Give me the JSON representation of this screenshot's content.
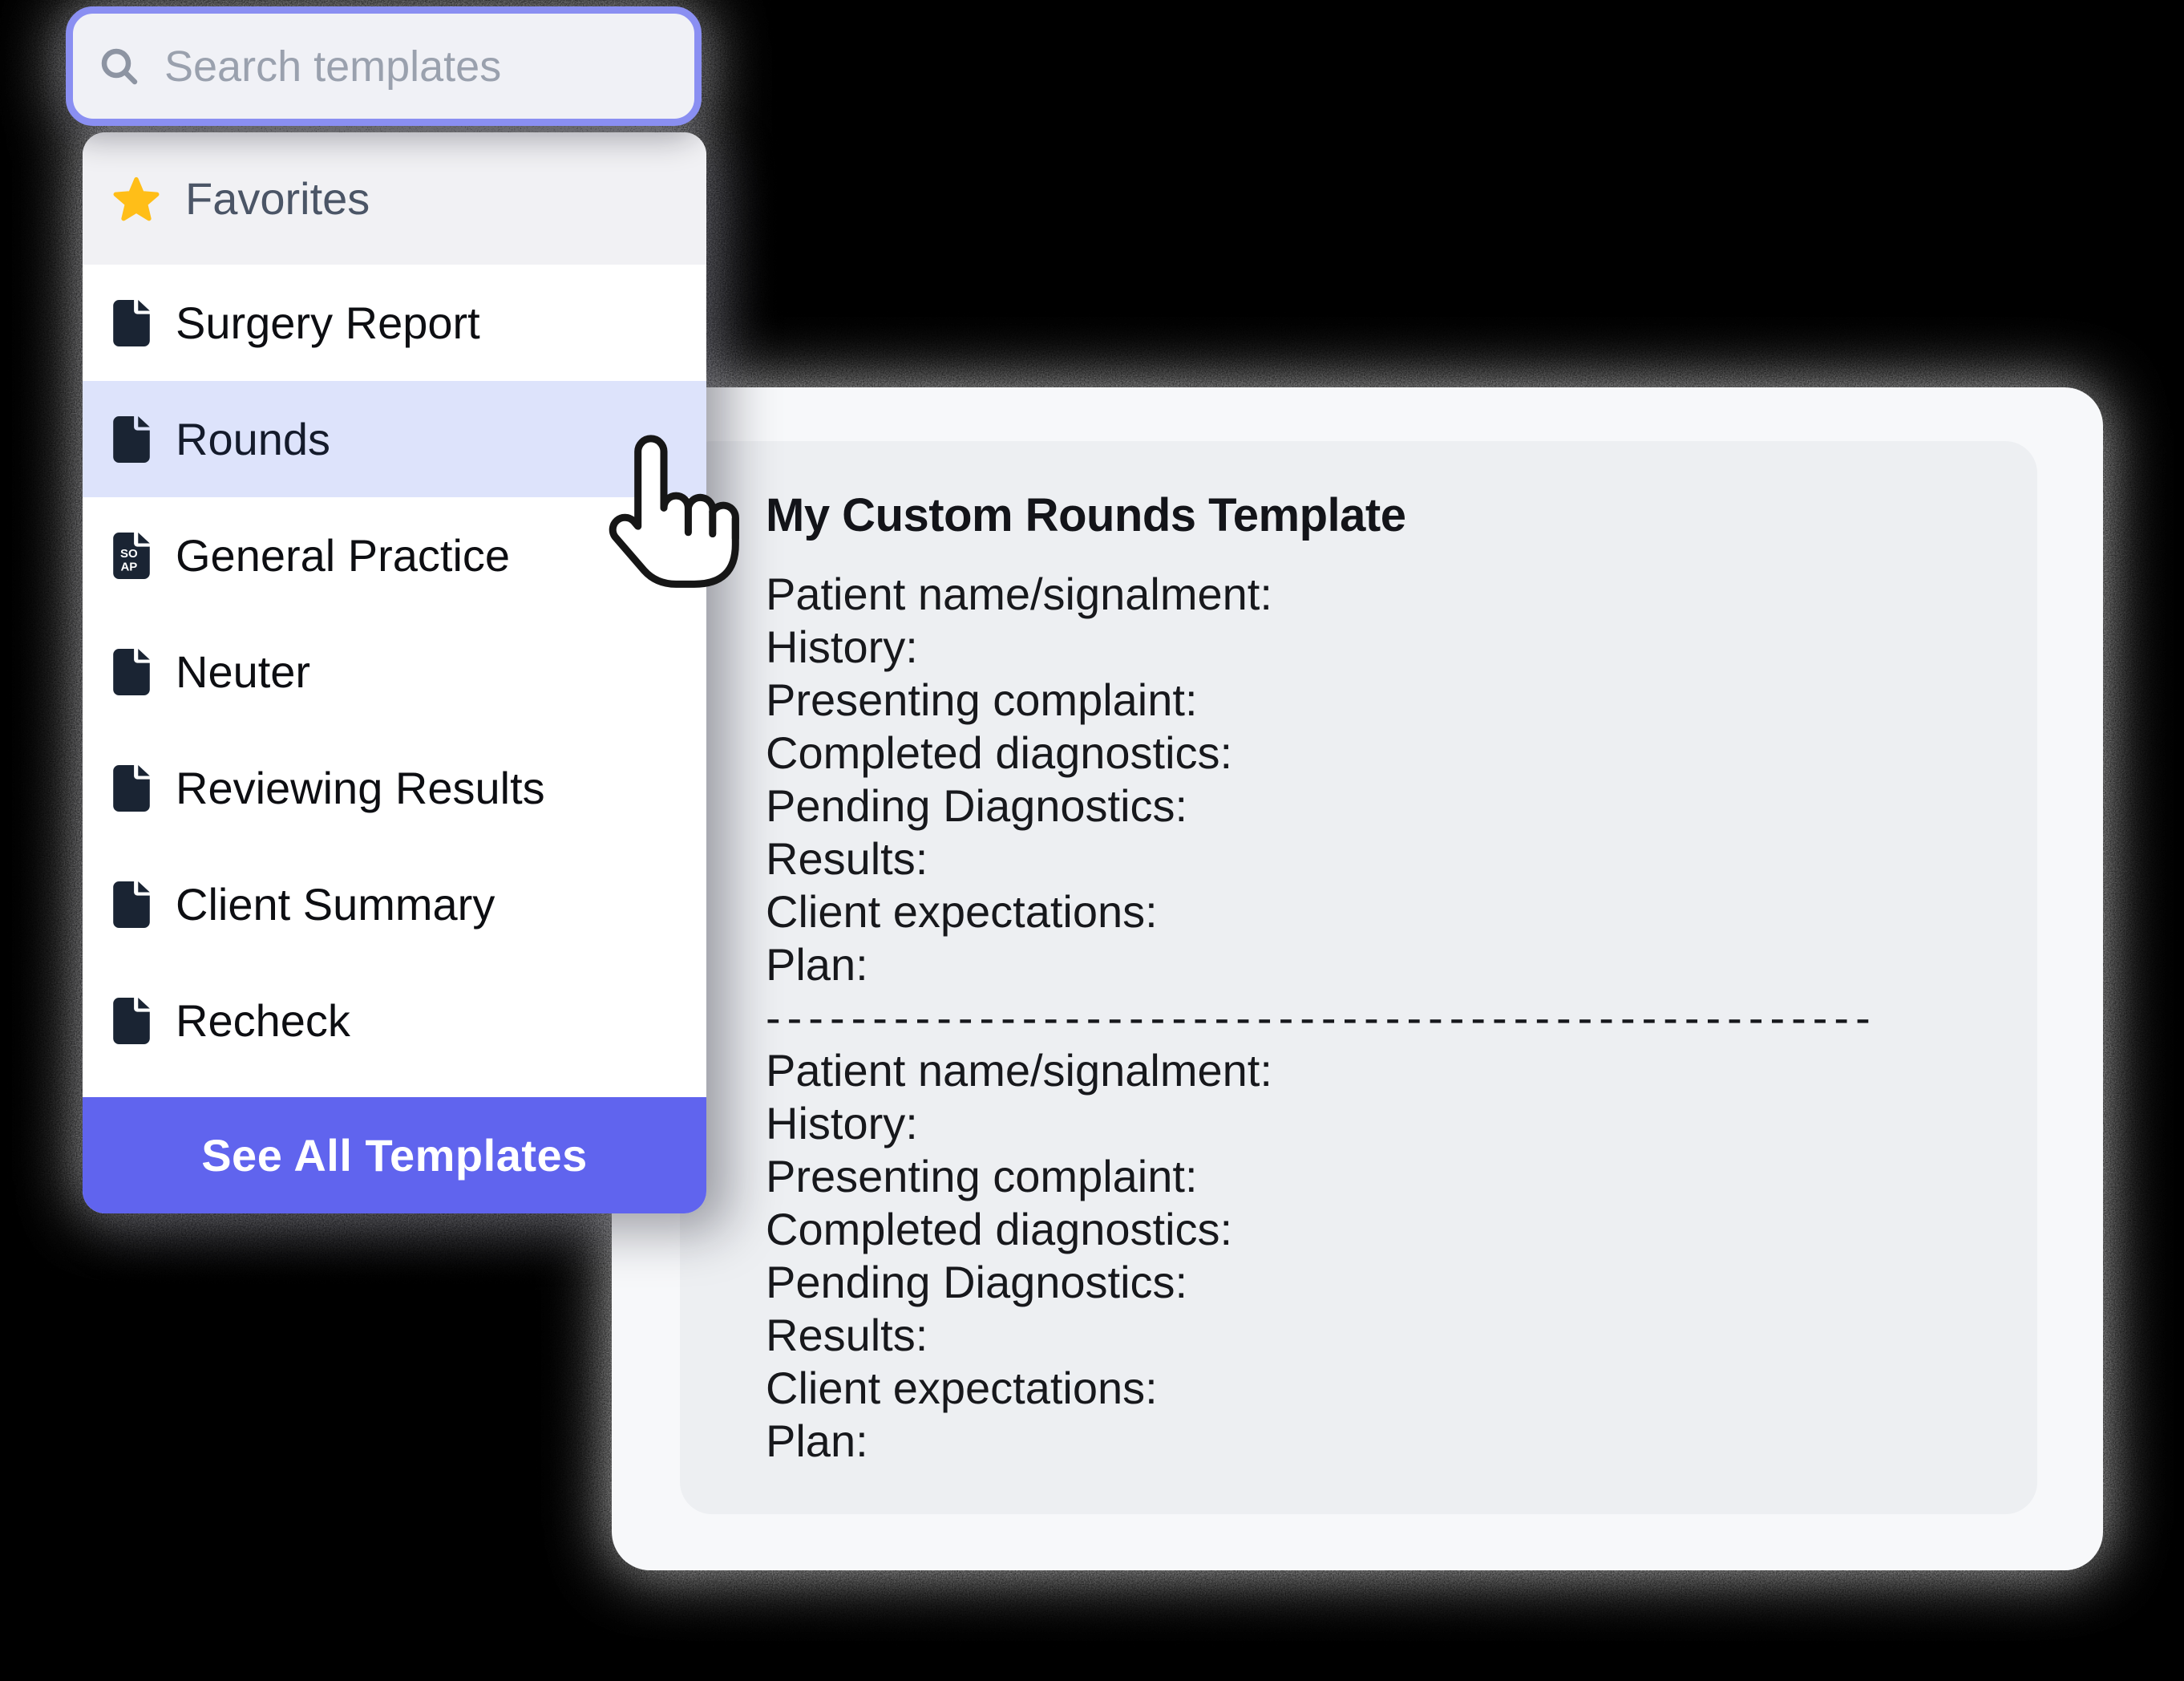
{
  "search": {
    "placeholder": "Search templates"
  },
  "dropdown": {
    "favorites_label": "Favorites",
    "items": [
      {
        "label": "Surgery Report",
        "icon": "document",
        "active": false
      },
      {
        "label": "Rounds",
        "icon": "document",
        "active": true
      },
      {
        "label": "General Practice",
        "icon": "soap-document",
        "active": false
      },
      {
        "label": "Neuter",
        "icon": "document",
        "active": false
      },
      {
        "label": "Reviewing Results",
        "icon": "document",
        "active": false
      },
      {
        "label": "Client Summary",
        "icon": "document",
        "active": false
      },
      {
        "label": "Recheck",
        "icon": "document",
        "active": false
      }
    ],
    "see_all_label": "See All Templates"
  },
  "icons": {
    "soap_line1": "SO",
    "soap_line2": "AP",
    "cursor": "hand-pointer"
  },
  "preview": {
    "title": "My Custom Rounds Template",
    "block1": [
      "Patient name/signalment:",
      "History:",
      "Presenting complaint:",
      "Completed diagnostics:",
      "Pending Diagnostics:",
      "Results:",
      "Client expectations:",
      "Plan:"
    ],
    "divider": "----------------------------------------------------",
    "block2": [
      "Patient name/signalment:",
      "History:",
      "Presenting complaint:",
      "Completed diagnostics:",
      "Pending Diagnostics:",
      "Results:",
      "Client expectations:",
      "Plan:"
    ]
  },
  "colors": {
    "accent_purple": "#6064ee",
    "focus_border_purple": "#8a8ff2",
    "highlight_row": "#dde3fb",
    "star_yellow": "#ffbe18",
    "icon_navy": "#1a2433",
    "card_bg": "#f7f8fa",
    "panel_bg": "#edeff2",
    "page_bg": "#000000"
  }
}
